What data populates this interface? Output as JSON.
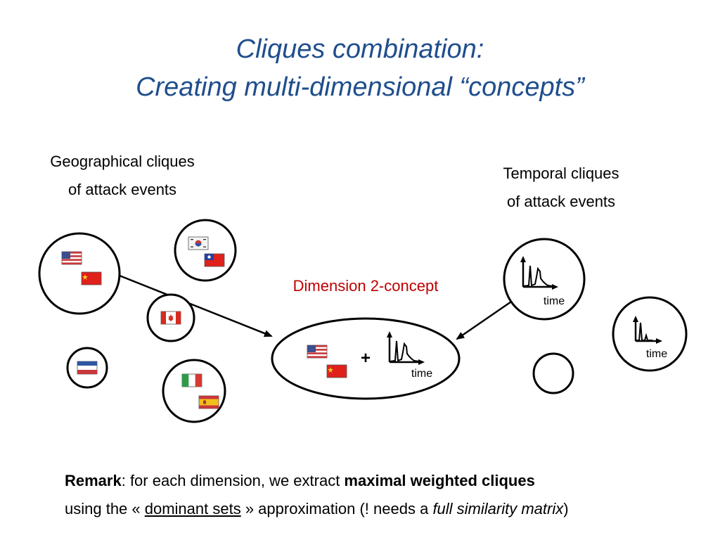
{
  "title": {
    "line1": "Cliques combination:",
    "line2": "Creating multi-dimensional “concepts”"
  },
  "geo_label": {
    "line1": "Geographical cliques",
    "line2": "of attack events"
  },
  "temporal_label": {
    "line1": "Temporal cliques",
    "line2": "of attack events"
  },
  "concept_label": "Dimension 2-concept",
  "concept_plus": "+",
  "time_label": "time",
  "remark": {
    "bold1": "Remark",
    "text1": ": for each dimension, we extract ",
    "bold2": "maximal weighted cliques",
    "text2": "using the « ",
    "underline": "dominant sets",
    "text3": " » approximation (! needs a ",
    "italic": "full similarity matrix",
    "text4": ")"
  },
  "colors": {
    "title": "#1f4e8c",
    "concept": "#c00000"
  },
  "icons": [
    "us-flag-icon",
    "china-flag-icon",
    "korea-flag-icon",
    "taiwan-flag-icon",
    "canada-flag-icon",
    "france-flag-icon",
    "italy-flag-icon",
    "spain-flag-icon",
    "time-series-icon"
  ]
}
